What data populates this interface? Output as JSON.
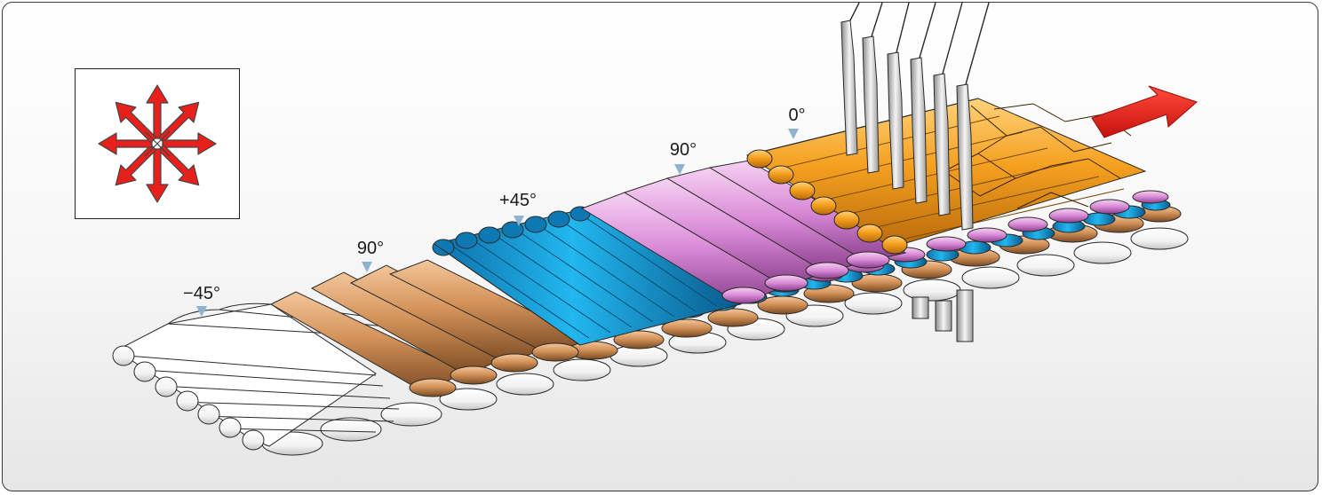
{
  "figure": {
    "plies": [
      {
        "id": "ply-neg45",
        "label": "−45°",
        "color": "#ffffff"
      },
      {
        "id": "ply-90a",
        "label": "90°",
        "color": "#d4935a"
      },
      {
        "id": "ply-pos45",
        "label": "+45°",
        "color": "#19a9e6"
      },
      {
        "id": "ply-90b",
        "label": "90°",
        "color": "#d992d9"
      },
      {
        "id": "ply-0",
        "label": "0°",
        "color": "#f5a020"
      }
    ],
    "colors": {
      "arrow": "#e8201c",
      "marker": "#8fb3cc",
      "needle": "#b8b8b8",
      "outline": "#2a2a2a"
    },
    "icons": {
      "direction_inset": "multiaxial-arrows-icon",
      "feed_arrow": "feed-direction-arrow-icon",
      "needles": "stitching-needles-icon"
    }
  }
}
